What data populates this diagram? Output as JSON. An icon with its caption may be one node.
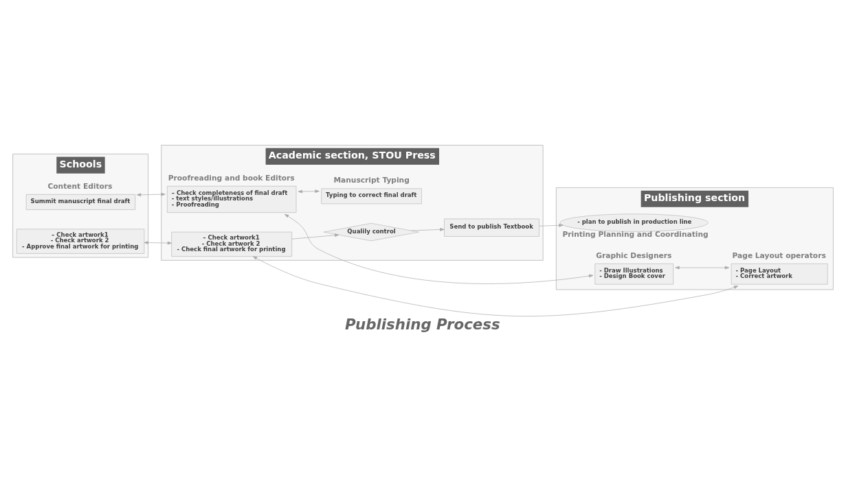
{
  "diagram": {
    "title": "Publishing Process",
    "nodes": [
      {
        "text": [
          "Schools"
        ]
      },
      {
        "text": [
          "Summit manuscript final draft"
        ],
        "in": 0,
        "beside": [
          "Content Editors"
        ]
      },
      {
        "text": [
          "– Check artwork1",
          "- Check artwork 2",
          "- Approve final artwork for printing"
        ],
        "in": 0
      },
      {
        "text": [
          "Academic section, STOU Press"
        ]
      },
      {
        "text": [
          "– Check completeness of final draft",
          "- text styles/illustrations",
          "- Proofreading"
        ],
        "in": 3,
        "beside": [
          "Proofreading and book Editors"
        ]
      },
      {
        "text": [
          "Typing to correct final draft"
        ],
        "in": 3,
        "beside": [
          "Manuscript Typing"
        ]
      },
      {
        "text": [
          "– Check artwork1",
          "- Check artwork 2",
          "- Check final artwork for printing"
        ],
        "in": 3
      },
      {
        "text": [
          "Qualily control"
        ],
        "in": 3
      },
      {
        "text": [
          "Send to publish Textbook"
        ],
        "in": 3
      },
      {
        "text": [
          "Publishing section"
        ]
      },
      {
        "text": [
          "- Draw Illustrations",
          "- Design Book cover"
        ],
        "in": 9,
        "beside": [
          "Graphic Designers"
        ]
      },
      {
        "text": [
          "- Page Layout",
          "- Correct artwork"
        ],
        "in": 9,
        "beside": [
          "Page Layout operators"
        ]
      },
      {
        "text": [
          "- plan to publish in production line"
        ],
        "in": 9,
        "beside": [
          "Printing Planning and Coordinating"
        ]
      }
    ],
    "edges": [
      {
        "from": 1,
        "to": 4,
        "arrow": "both"
      },
      {
        "from": 4,
        "to": 5,
        "arrow": "both"
      },
      {
        "from": 4,
        "to": 10,
        "arrow": "both"
      },
      {
        "from": 10,
        "to": 11,
        "arrow": "both"
      },
      {
        "from": 2,
        "to": 6,
        "arrow": "both"
      },
      {
        "from": 6,
        "to": 11,
        "arrow": "both"
      },
      {
        "from": 6,
        "to": 7,
        "arrow": "to"
      },
      {
        "from": 7,
        "to": 8,
        "arrow": "to"
      },
      {
        "from": 8,
        "to": 12,
        "arrow": "to"
      }
    ]
  }
}
